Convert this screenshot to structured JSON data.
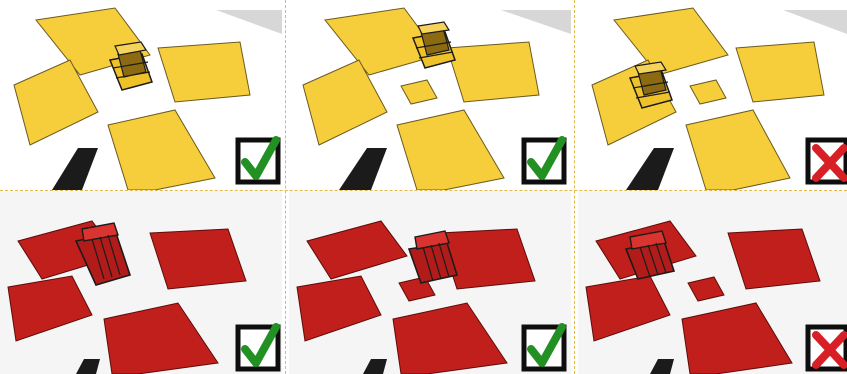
{
  "grid": {
    "rows": 2,
    "cols": 3
  },
  "colors": {
    "yellow_tile": "#f6cd3a",
    "red_tile": "#c01f1c",
    "outline": "#1b1b1b",
    "check": "#239023",
    "cross": "#d81f26",
    "background": "#ffffff",
    "separator": "#e3b84a"
  },
  "panels": [
    {
      "row": 1,
      "col": 1,
      "tile_color": "yellow",
      "object": "open-crate",
      "placement": "center",
      "result": "correct",
      "result_icon": "check-icon"
    },
    {
      "row": 1,
      "col": 2,
      "tile_color": "yellow",
      "object": "open-crate",
      "placement": "top-center",
      "result": "correct",
      "result_icon": "check-icon"
    },
    {
      "row": 1,
      "col": 3,
      "tile_color": "yellow",
      "object": "open-crate",
      "placement": "left",
      "result": "incorrect",
      "result_icon": "cross-icon"
    },
    {
      "row": 2,
      "col": 1,
      "tile_color": "red",
      "object": "slatted-crate",
      "placement": "upper-left",
      "result": "correct",
      "result_icon": "check-icon"
    },
    {
      "row": 2,
      "col": 2,
      "tile_color": "red",
      "object": "slatted-crate",
      "placement": "center",
      "result": "correct",
      "result_icon": "check-icon"
    },
    {
      "row": 2,
      "col": 3,
      "tile_color": "red",
      "object": "slatted-crate",
      "placement": "left",
      "result": "incorrect",
      "result_icon": "cross-icon"
    }
  ]
}
